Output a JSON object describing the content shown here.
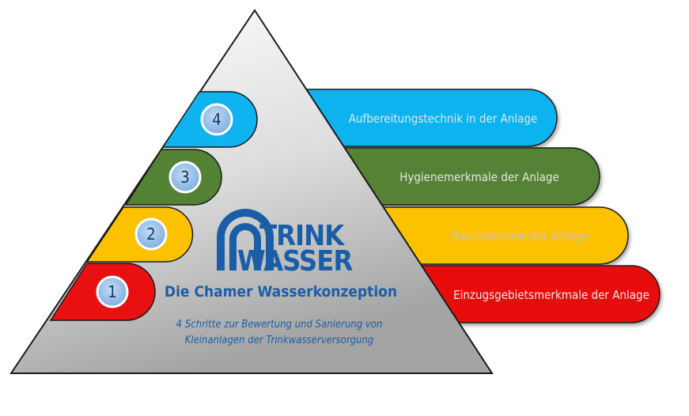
{
  "logo": {
    "line1": "TRINK",
    "line2": "WASSER"
  },
  "title": "Die Chamer Wasserkonzeption",
  "subtitle": {
    "line1": "4 Schritte zur Bewertung und Sanierung von",
    "line2": "Kleinanlagen der Trinkwasserversorgung"
  },
  "steps": [
    {
      "number": "1",
      "label": "Einzugsgebietsmerkmale der Anlage",
      "color": "#e81010",
      "text_color": "#f5e6e6"
    },
    {
      "number": "2",
      "label": "Baumerkmale der Anlage",
      "color": "#fcc200",
      "text_color": "#c9c3b8"
    },
    {
      "number": "3",
      "label": "Hygienemerkmale der Anlage",
      "color": "#548235",
      "text_color": "#e4e8df"
    },
    {
      "number": "4",
      "label": "Aufbereitungstechnik in der Anlage",
      "color": "#0fb3ef",
      "text_color": "#d7e7f0"
    }
  ],
  "colors": {
    "brand_blue": "#1b5ea8",
    "outline": "#1a1a1a",
    "pyramid_light": "#ffffff",
    "pyramid_dark": "#a8a8a8"
  }
}
